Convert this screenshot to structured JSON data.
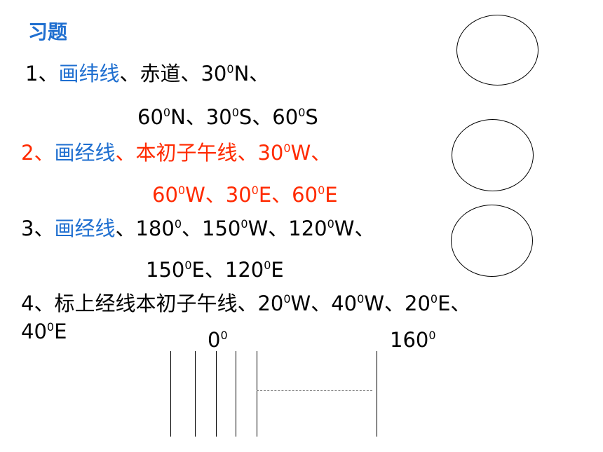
{
  "title": "习题",
  "q1": {
    "num": "1、",
    "kw": "画纬线",
    "sep": "、",
    "a1": "赤道、30",
    "deg1": "0",
    "a2": "N、",
    "l2": [
      {
        "t": "60",
        "sup": "0"
      },
      {
        "t": "N、30",
        "sup": "0"
      },
      {
        "t": "S、60",
        "sup": "0"
      },
      {
        "t": "S",
        "sup": ""
      }
    ]
  },
  "q2": {
    "num": "2、",
    "kw": "画经线",
    "rest_a": "、本初子午线、30",
    "deg": "0",
    "rest_b": "W、",
    "l2": [
      {
        "t": "60",
        "sup": "0"
      },
      {
        "t": "W、30",
        "sup": "0"
      },
      {
        "t": "E、60",
        "sup": "0"
      },
      {
        "t": "E",
        "sup": ""
      }
    ]
  },
  "q3": {
    "num": "3、",
    "kw": "画经线",
    "l1": [
      {
        "t": "、180",
        "sup": "0"
      },
      {
        "t": "、150",
        "sup": "0"
      },
      {
        "t": "W、120",
        "sup": "0"
      },
      {
        "t": "W、",
        "sup": ""
      }
    ],
    "l2": [
      {
        "t": "150",
        "sup": "0"
      },
      {
        "t": "E、120",
        "sup": "0"
      },
      {
        "t": "E",
        "sup": ""
      }
    ]
  },
  "q4": {
    "l1": [
      {
        "t": "4、标上经线本初子午线、20",
        "sup": "0"
      },
      {
        "t": "W、40",
        "sup": "0"
      },
      {
        "t": "W、20",
        "sup": "0"
      },
      {
        "t": "E、",
        "sup": ""
      }
    ],
    "l2": [
      {
        "t": "40",
        "sup": "0"
      },
      {
        "t": "E",
        "sup": ""
      }
    ]
  },
  "diagram": {
    "label_left": {
      "t": "0",
      "sup": "0"
    },
    "label_right": {
      "t": "160",
      "sup": "0"
    }
  }
}
